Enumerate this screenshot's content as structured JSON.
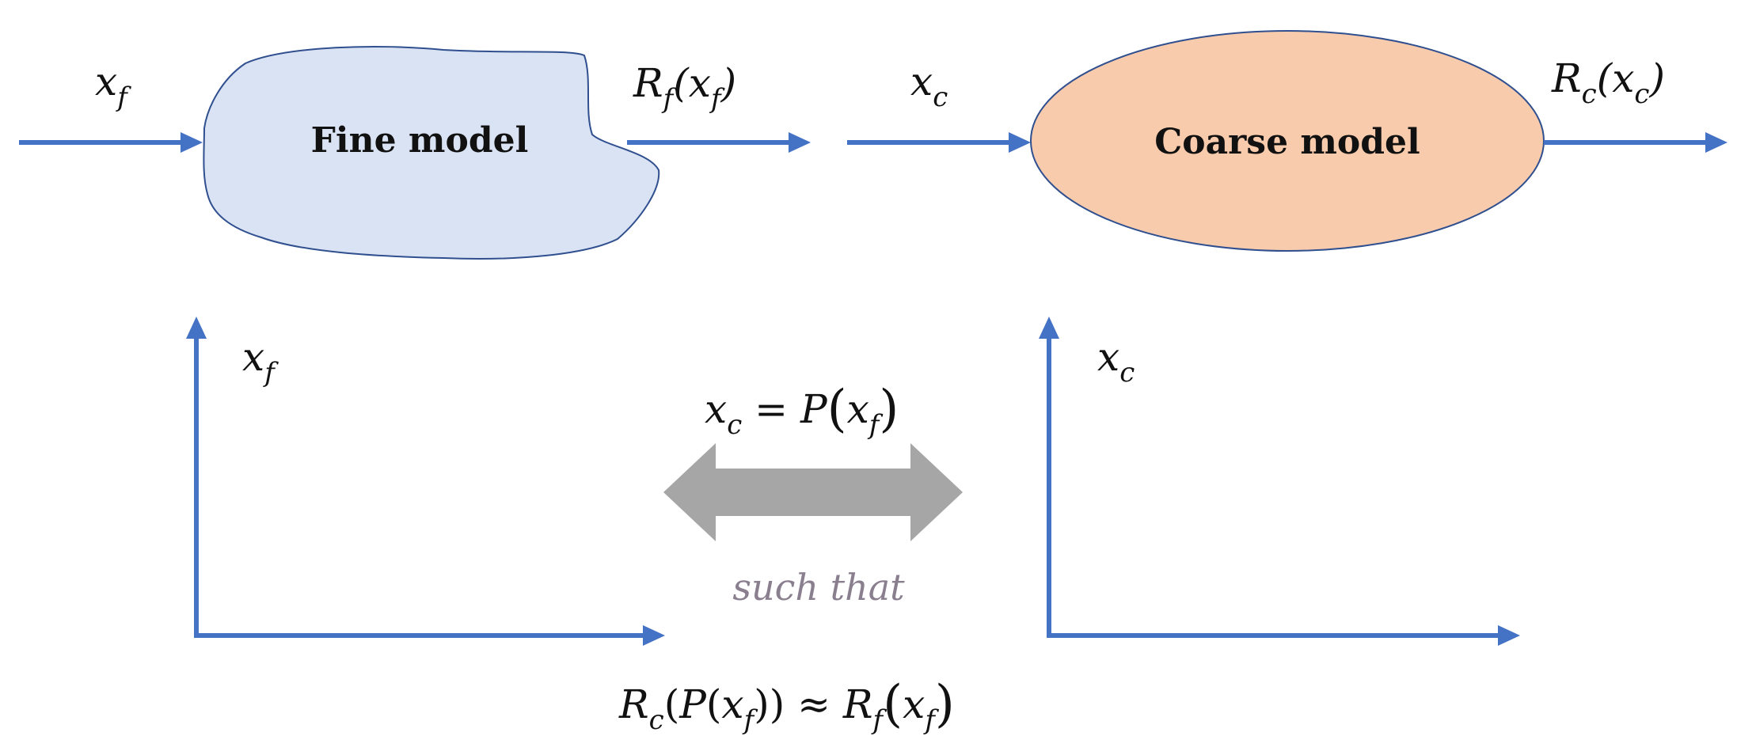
{
  "diagram": {
    "fine_model": {
      "label": "Fine model",
      "input": "x_f",
      "output": "R_f(x_f)",
      "fill": "#dae3f3",
      "stroke": "#2f4f8f"
    },
    "coarse_model": {
      "label": "Coarse model",
      "input": "x_c",
      "output": "R_c(x_c)",
      "fill": "#f8cbad",
      "stroke": "#2f4f8f"
    },
    "fine_space_axis_label": "x_f",
    "coarse_space_axis_label": "x_c",
    "mapping": "x_c = P(x_f)",
    "connector_text": "such that",
    "condition": "R_c(P(x_f)) ≈ R_f(x_f)",
    "colors": {
      "arrow": "#4472c4",
      "double_arrow": "#a6a6a6"
    }
  }
}
